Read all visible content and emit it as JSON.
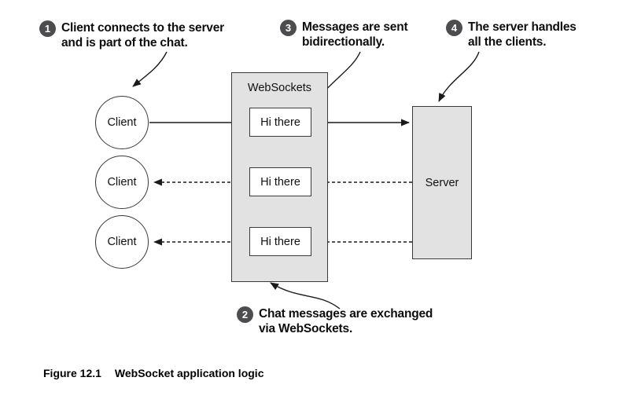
{
  "figure": {
    "caption_label": "Figure 12.1",
    "caption_title": "WebSocket application logic"
  },
  "callouts": [
    {
      "number": "1",
      "line1": "Client connects to the server",
      "line2": "and is part of the chat."
    },
    {
      "number": "2",
      "line1": "Chat messages are exchanged",
      "line2": "via WebSockets."
    },
    {
      "number": "3",
      "line1": "Messages are sent",
      "line2": "bidirectionally."
    },
    {
      "number": "4",
      "line1": "The server handles",
      "line2": "all the clients."
    }
  ],
  "diagram": {
    "clients": [
      "Client",
      "Client",
      "Client"
    ],
    "websockets_label": "WebSockets",
    "messages": [
      "Hi there",
      "Hi there",
      "Hi there"
    ],
    "server_label": "Server"
  },
  "colors": {
    "box_fill": "#e2e2e2",
    "box_border": "#3a3a3a",
    "badge_background": "#4d4d4f",
    "line": "#1a1a1a",
    "background": "#ffffff"
  }
}
